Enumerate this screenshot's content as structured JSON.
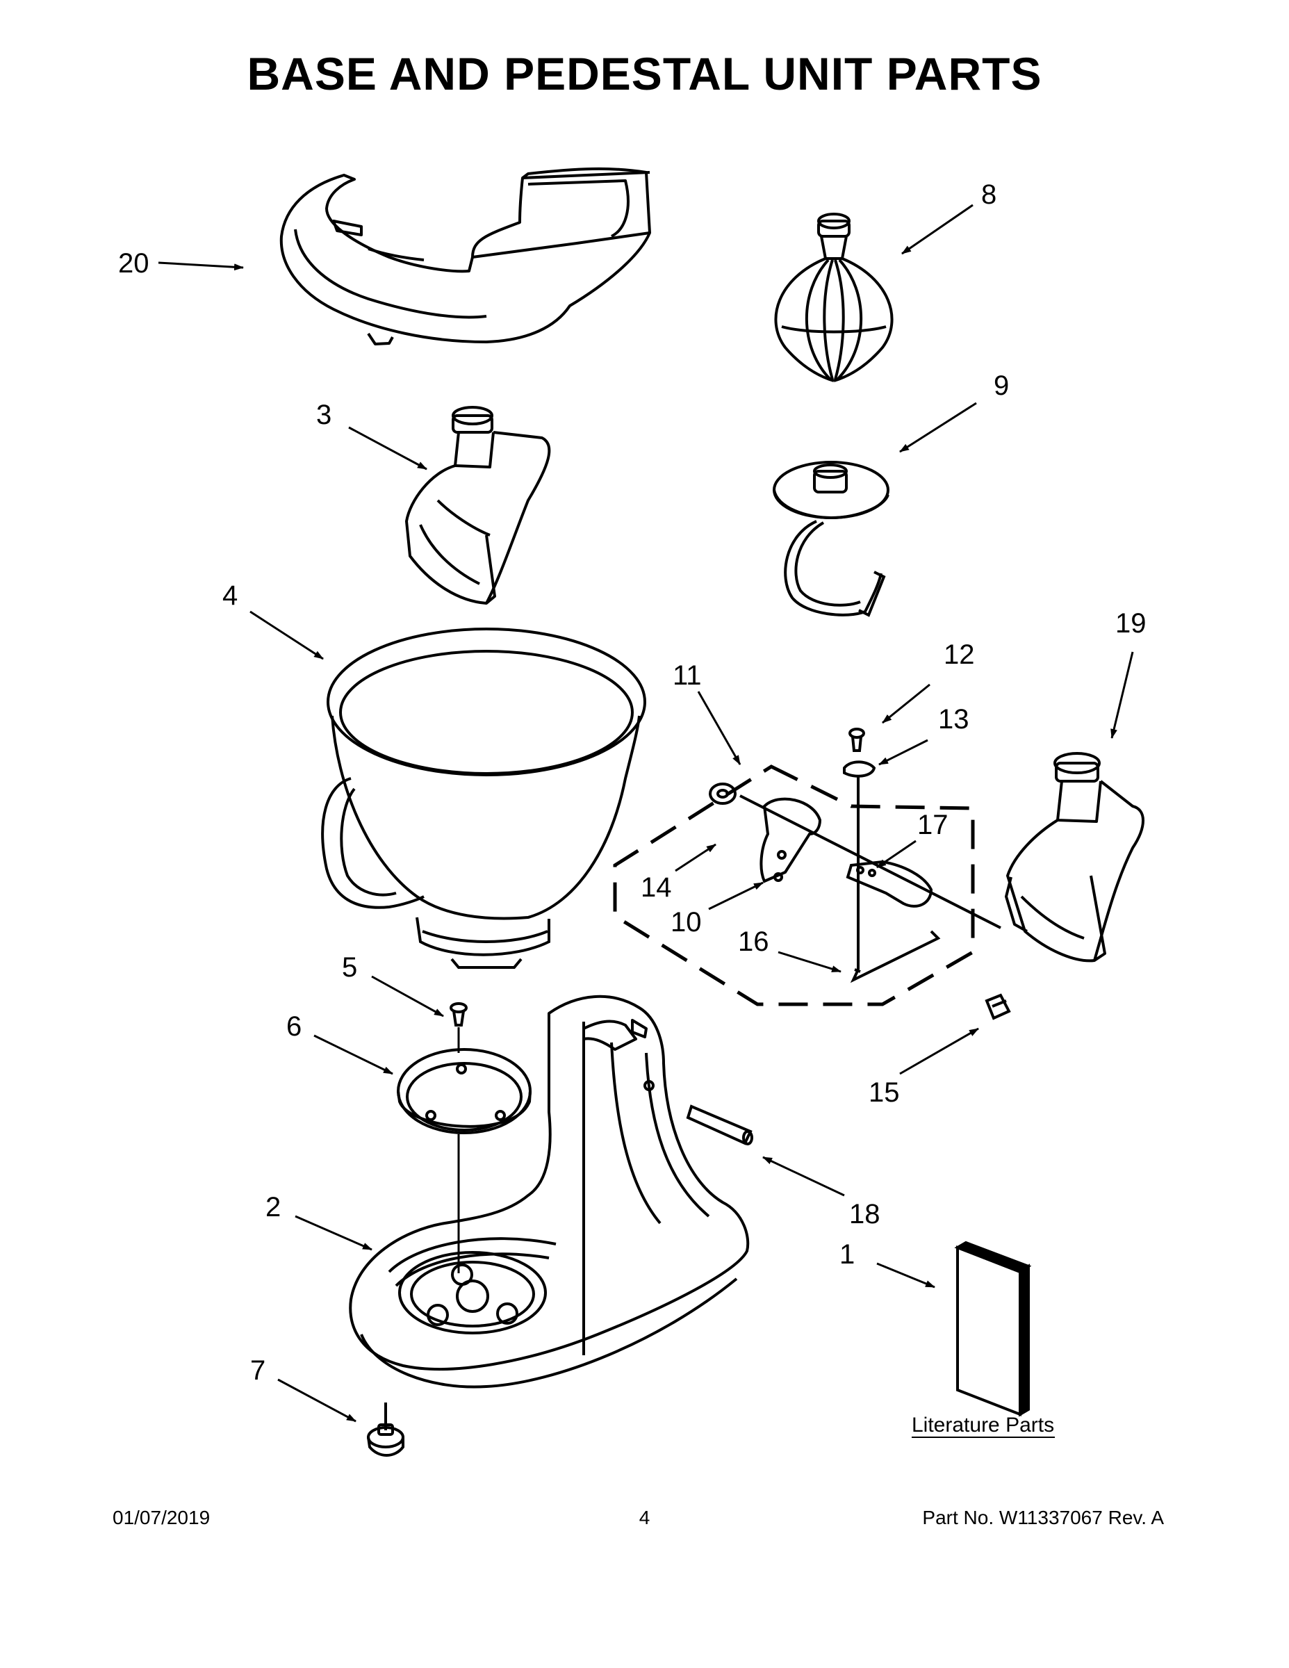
{
  "title": "BASE AND PEDESTAL UNIT PARTS",
  "labels": {
    "p1": "1",
    "p2": "2",
    "p3": "3",
    "p4": "4",
    "p5": "5",
    "p6": "6",
    "p7": "7",
    "p8": "8",
    "p9": "9",
    "p10": "10",
    "p11": "11",
    "p12": "12",
    "p13": "13",
    "p14": "14",
    "p15": "15",
    "p16": "16",
    "p17": "17",
    "p18": "18",
    "p19": "19",
    "p20": "20"
  },
  "literature_label": "Literature Parts",
  "footer": {
    "date": "01/07/2019",
    "page": "4",
    "part_no": "Part No.  W11337067  Rev.  A"
  }
}
